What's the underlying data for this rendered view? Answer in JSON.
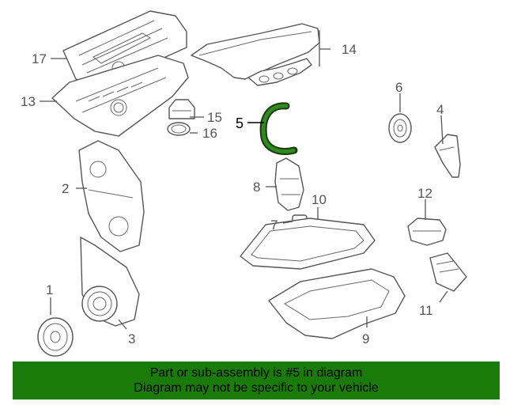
{
  "callouts": {
    "c1": "1",
    "c2": "2",
    "c3": "3",
    "c4": "4",
    "c5": "5",
    "c6": "6",
    "c7": "7",
    "c8": "8",
    "c9": "9",
    "c10": "10",
    "c11": "11",
    "c12": "12",
    "c13": "13",
    "c14": "14",
    "c15": "15",
    "c16": "16",
    "c17": "17"
  },
  "highlight_color": "#2e8b1e",
  "banner": {
    "line1": "Part or sub-assembly is #5 in diagram",
    "line2": "Diagram may not be specific to your vehicle",
    "background": "#1a7a0a"
  }
}
